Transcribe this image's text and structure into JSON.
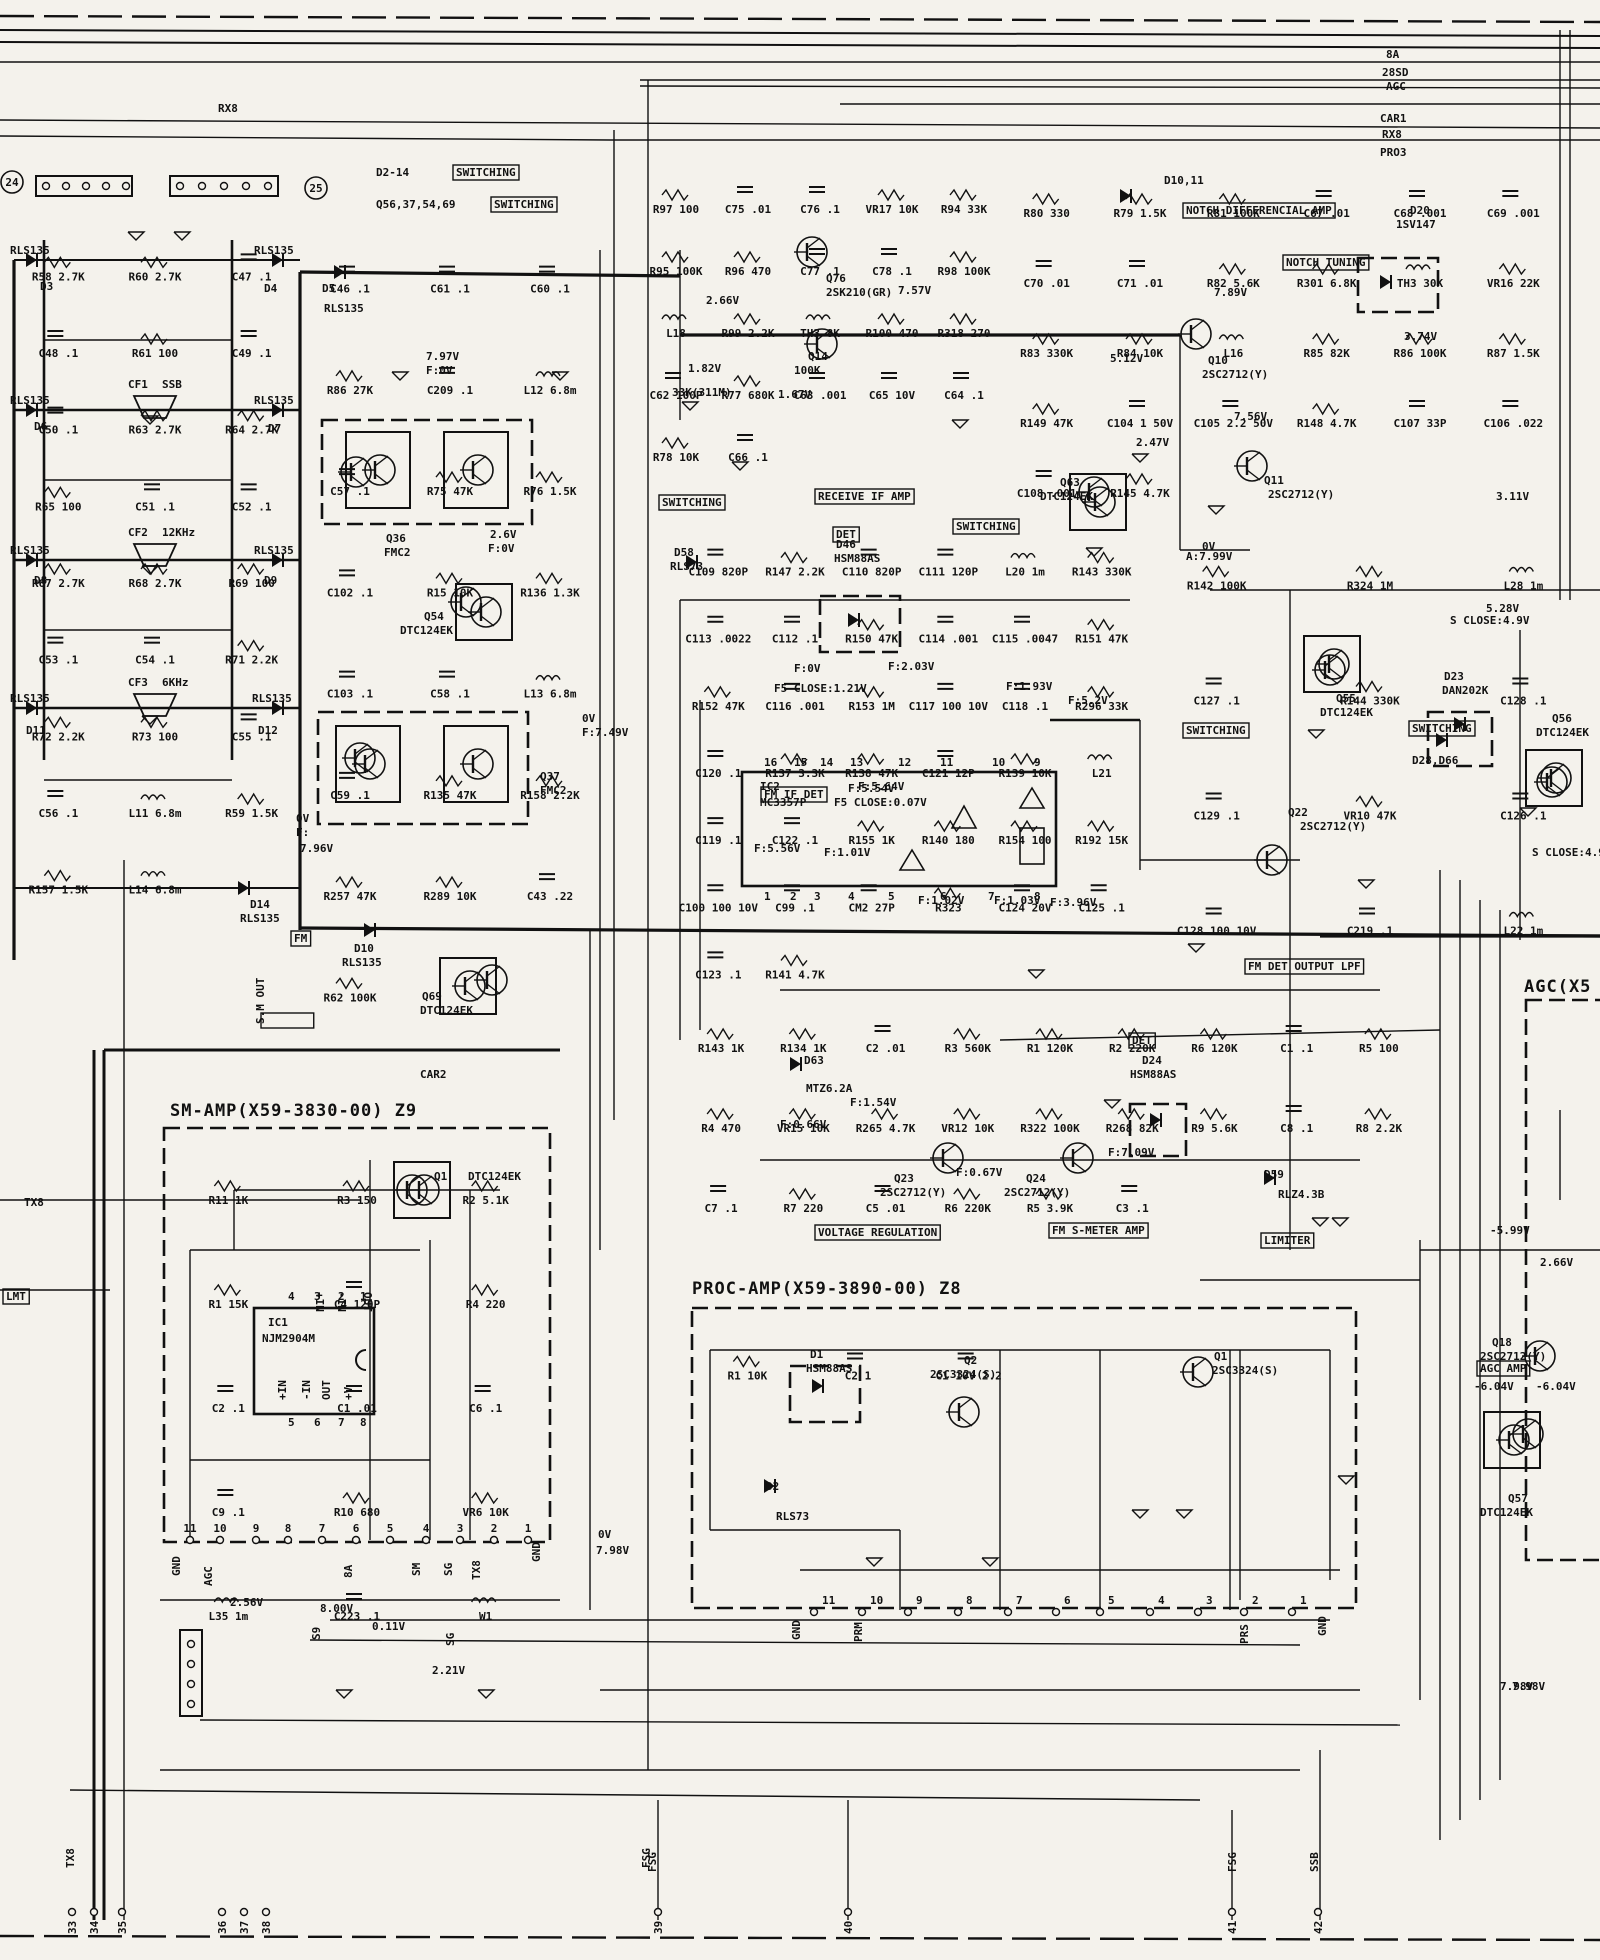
{
  "blocks": {
    "sm_amp": "SM-AMP(X59-3830-00) Z9",
    "proc_amp": "PROC-AMP(X59-3890-00) Z8",
    "agc": "AGC(X5"
  },
  "bus_labels": [
    "8A",
    "28SD",
    "AGC",
    "CAR1",
    "RX8",
    "PRO3",
    "RX8",
    "CAR2",
    "TX8"
  ],
  "headings": {
    "d2_14": "D2-14",
    "switching": "SWITCHING",
    "q56_list": "Q56,37,54,69",
    "receive_if_amp": "RECEIVE IF AMP",
    "notch_amp": "NOTCH DIFFERENCIAL AMP",
    "notch_tuning": "NOTCH TUNING",
    "fm_if_det": "FM IF DET",
    "fm_det_lpf": "FM DET OUTPUT LPF",
    "fm_smeter": "FM S-METER AMP",
    "limiter": "LIMITER",
    "voltage_reg": "VOLTAGE REGULATION",
    "det": "DET",
    "agc_amp": "AGC AMP",
    "sm_out": "S.M OUT",
    "fm": "FM",
    "lmt": "LMT"
  },
  "ic_labels": {
    "ic2_name": "IC2",
    "ic2_part": "MC3357P",
    "ic1_name": "IC1",
    "ic1_part": "NJM2904M",
    "ic2_pins_top": [
      "16",
      "15",
      "14",
      "13",
      "12",
      "11",
      "10",
      "9"
    ],
    "ic2_pins_bottom": [
      "1",
      "2",
      "3",
      "4",
      "5",
      "6",
      "7",
      "8"
    ],
    "ic1_pins": [
      "4",
      "3",
      "2",
      "1",
      "5",
      "6",
      "7",
      "8"
    ],
    "ic1_io": [
      "+IN",
      "-IN",
      "OUT",
      "+IN",
      "-IN",
      "OUT",
      "+V"
    ]
  },
  "transistors": [
    {
      "ref": "Q76",
      "part": "2SK210(GR)"
    },
    {
      "ref": "Q14",
      "part": ""
    },
    {
      "ref": "Q10",
      "part": "2SC2712(Y)"
    },
    {
      "ref": "Q11",
      "part": "2SC2712(Y)"
    },
    {
      "ref": "Q63",
      "part": "DTC124EK"
    },
    {
      "ref": "Q36",
      "part": "FMC2"
    },
    {
      "ref": "Q54",
      "part": "DTC124EK"
    },
    {
      "ref": "Q37",
      "part": "FMC2"
    },
    {
      "ref": "Q69",
      "part": "DTC124EK"
    },
    {
      "ref": "Q55",
      "part": "DTC124EK"
    },
    {
      "ref": "Q22",
      "part": "2SC2712(Y)"
    },
    {
      "ref": "Q23",
      "part": "2SC2712(Y)"
    },
    {
      "ref": "Q24",
      "part": "2SC2712(Y)"
    },
    {
      "ref": "Q56",
      "part": "DTC124EK"
    },
    {
      "ref": "Q18",
      "part": "2SC2712(Y)"
    },
    {
      "ref": "Q57",
      "part": "DTC124EK"
    },
    {
      "ref": "Q1",
      "part": "DTC124EK"
    },
    {
      "ref": "Q2",
      "part": "2SC3324(S)"
    },
    {
      "ref": "Q1",
      "part": "2SC3324(S)"
    }
  ],
  "diodes": [
    {
      "ref": "D3",
      "part": "RLS135"
    },
    {
      "ref": "D4",
      "part": "RLS135"
    },
    {
      "ref": "D5",
      "part": "RLS135"
    },
    {
      "ref": "D6",
      "part": "RLS135"
    },
    {
      "ref": "D7",
      "part": "RLS135"
    },
    {
      "ref": "D8",
      "part": "RLS135"
    },
    {
      "ref": "D9",
      "part": "RLS135"
    },
    {
      "ref": "D11",
      "part": "RLS135"
    },
    {
      "ref": "D12",
      "part": "RLS135"
    },
    {
      "ref": "D14",
      "part": "RLS135"
    },
    {
      "ref": "D10",
      "part": "RLS135"
    },
    {
      "ref": "D58",
      "part": "RLS73"
    },
    {
      "ref": "D46",
      "part": "HSM88AS"
    },
    {
      "ref": "D24",
      "part": "HSM88AS"
    },
    {
      "ref": "D63",
      "part": "MTZ6.2A"
    },
    {
      "ref": "D59",
      "part": "RLZ4.3B"
    },
    {
      "ref": "D20",
      "part": "1SV147"
    },
    {
      "ref": "D23",
      "part": "DAN202K"
    },
    {
      "ref": "D10,11",
      "part": ""
    },
    {
      "ref": "D1",
      "part": "HSM88AS"
    },
    {
      "ref": "D2",
      "part": "RLS73"
    },
    {
      "ref": "D28,D66",
      "part": ""
    }
  ],
  "filters": [
    {
      "ref": "CF1",
      "value": "SSB"
    },
    {
      "ref": "CF2",
      "value": "12KHz"
    },
    {
      "ref": "CF3",
      "value": "6KHz"
    }
  ],
  "connectors": [
    "24",
    "25"
  ],
  "components": [
    "R58 2.7K",
    "R60 2.7K",
    "C47 .1",
    "C48 .1",
    "R61 100",
    "C49 .1",
    "C50 .1",
    "R63 2.7K",
    "R64 2.7K",
    "R65 100",
    "C51 .1",
    "C52 .1",
    "R67 2.7K",
    "R68 2.7K",
    "R69 100",
    "C53 .1",
    "C54 .1",
    "R71 2.2K",
    "R72 2.2K",
    "R73 100",
    "C55 .1",
    "C56 .1",
    "L11 6.8m",
    "R59 1.5K",
    "R157 1.5K",
    "L14 6.8m",
    "C46 .1",
    "C61 .1",
    "C60 .1",
    "R86 27K",
    "C209 .1",
    "L12 6.8m",
    "C57 .1",
    "R75 47K",
    "R76 1.5K",
    "C102 .1",
    "R15 10K",
    "R136 1.3K",
    "C103 .1",
    "C58 .1",
    "L13 6.8m",
    "C59 .1",
    "R135 47K",
    "R158 2.2K",
    "R257 47K",
    "R289 10K",
    "C43 .22",
    "R62 100K",
    "R97 100",
    "C75 .01",
    "C76 .1",
    "VR17 10K",
    "R94 33K",
    "R95 100K",
    "R96 470",
    "C77 .1",
    "C78 .1",
    "R98 100K",
    "L18",
    "R99 2.2K",
    "TH3 8K",
    "R100 470",
    "R318 270",
    "C62 100P",
    "R77 680K",
    "C63 .001",
    "C65 10V",
    "C64 .1",
    "R78 10K",
    "C66 .1",
    "R80 330",
    "R79 1.5K",
    "R81 100K",
    "C67 .01",
    "C68 .001",
    "C69 .001",
    "C70 .01",
    "C71 .01",
    "R82 5.6K",
    "R301 6.8K",
    "TH3 30K",
    "VR16 22K",
    "R83 330K",
    "R84 10K",
    "L16",
    "R85 82K",
    "R86 100K",
    "R87 1.5K",
    "R149 47K",
    "C104 1 50V",
    "C105 2.2 50V",
    "R148 4.7K",
    "C107 33P",
    "C106 .022",
    "C108 .001",
    "R145 4.7K",
    "C109 820P",
    "R147 2.2K",
    "C110 820P",
    "C111 120P",
    "L20 1m",
    "R143 330K",
    "C113 .0022",
    "C112 .1",
    "R150 47K",
    "C114 .001",
    "C115 .0047",
    "R151 47K",
    "R152 47K",
    "C116 .001",
    "R153 1M",
    "C117 100 10V",
    "C118 .1",
    "R296 33K",
    "C120 .1",
    "R137 3.3K",
    "R138 47K",
    "C121 12P",
    "R139 10K",
    "L21",
    "C119 .1",
    "C122 .1",
    "R155 1K",
    "R140 180",
    "R154 100",
    "R192 15K",
    "C100 100 10V",
    "C99 .1",
    "CM2 27P",
    "R323",
    "C124 20V",
    "C125 .1",
    "C123 .1",
    "R141 4.7K",
    "R142 100K",
    "R324 1M",
    "L28 1m",
    "C127 .1",
    "R144 330K",
    "C128 .1",
    "C129 .1",
    "VR10 47K",
    "C126 .1",
    "C128 100 10V",
    "C219 .1",
    "L22 1m",
    "R143 1K",
    "R134 1K",
    "C2 .01",
    "R3 560K",
    "R1 120K",
    "R2 220K",
    "R6 120K",
    "C1 .1",
    "R5 100",
    "R4 470",
    "VR15 10K",
    "R265 4.7K",
    "VR12 10K",
    "R322 100K",
    "R268 82K",
    "R9 5.6K",
    "C8 .1",
    "R8 2.2K",
    "C7 .1",
    "R7 220",
    "C5 .01",
    "R6 220K",
    "R5 3.9K",
    "C3 .1",
    "R11 1K",
    "R3 150",
    "R2 5.1K",
    "R1 15K",
    "C4 120P",
    "R4 220",
    "C2 .1",
    "C1 .01",
    "C6 .1",
    "C9 .1",
    "R10 680",
    "VR6 10K",
    "L35 1m",
    "C223 .1",
    "W1",
    "R1 10K",
    "C2 1",
    "C1 10V 2.2"
  ],
  "voltages": [
    "7.97V",
    "F:0V",
    "2.6V",
    "F:0V",
    "0V",
    "F:7.49V",
    "0V",
    "F:",
    "7.96V",
    "2.66V",
    "1.82V",
    "1.67V",
    "7.57V",
    "5.12V",
    "7.89V",
    "7.56V",
    "2.47V",
    "3.74V",
    "3.11V",
    "0V",
    "A:7.99V",
    "F:0V",
    "F5 CLOSE:1.21V",
    "F:2.03V",
    "F:1.93V",
    "F:5.2V",
    "F:5.54V",
    "F5 CLOSE:0.07V",
    "F:5.56V",
    "F:1.01V",
    "F:1.02V",
    "F:1.03V",
    "F:3.96V",
    "F:1.54V",
    "F:0.66V",
    "F:0.67V",
    "F:7.09V",
    "5.28V",
    "S CLOSE:4.9V",
    "S CLOSE:4.9V",
    "-5.99V",
    "2.66V",
    "-6.04V",
    "-6.04V",
    "2.56V",
    "8.00V",
    "0.11V",
    "2.21V",
    "0V",
    "7.98V",
    "7.98V",
    "7.98V",
    "33K(311M)",
    "F:5.64V",
    "100K"
  ],
  "pin_labels": {
    "sm_amp": [
      "11",
      "10",
      "9",
      "8",
      "7",
      "6",
      "5",
      "4",
      "3",
      "2",
      "1"
    ],
    "sm_amp_io": [
      "GND",
      "AGC",
      "8A",
      "SM",
      "SG",
      "TX8",
      "GND"
    ],
    "proc_amp": [
      "11",
      "10",
      "9",
      "8",
      "7",
      "6",
      "5",
      "4",
      "3",
      "2",
      "1"
    ],
    "proc_amp_io": [
      "GND",
      "PRM",
      "PRS",
      "GND"
    ],
    "sm_pots": [
      "S9",
      "SG"
    ]
  },
  "edge_pins": [
    "33",
    "34",
    "35",
    "36",
    "37",
    "38",
    "39",
    "40",
    "41",
    "42"
  ],
  "edge_labels": [
    "TX8",
    "FSG",
    "FSG",
    "FSG",
    "SSB"
  ]
}
